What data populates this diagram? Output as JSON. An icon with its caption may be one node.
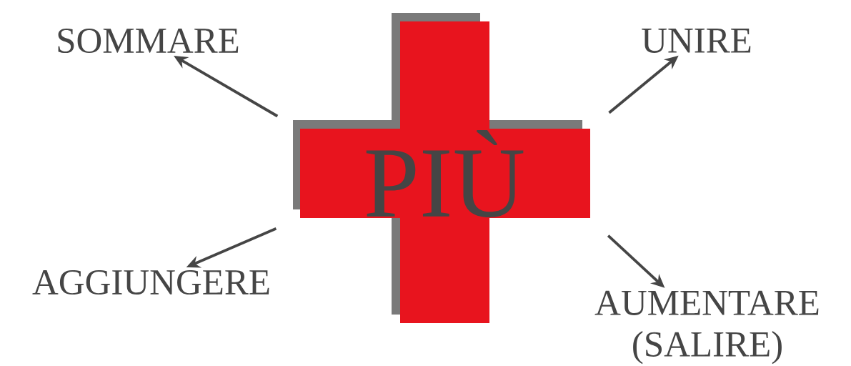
{
  "diagram": {
    "nodes": [
      {
        "text": [
          "PIÙ"
        ]
      },
      {
        "text": [
          "SOMMARE"
        ]
      },
      {
        "text": [
          "UNIRE"
        ]
      },
      {
        "text": [
          "AGGIUNGERE"
        ]
      },
      {
        "text": [
          "AUMENTARE (SALIRE)"
        ]
      }
    ],
    "edges": [
      {
        "from": 0,
        "to": 1,
        "arrow": "to"
      },
      {
        "from": 0,
        "to": 2,
        "arrow": "to"
      },
      {
        "from": 0,
        "to": 3,
        "arrow": "to"
      },
      {
        "from": 0,
        "to": 4,
        "arrow": "to"
      }
    ]
  }
}
